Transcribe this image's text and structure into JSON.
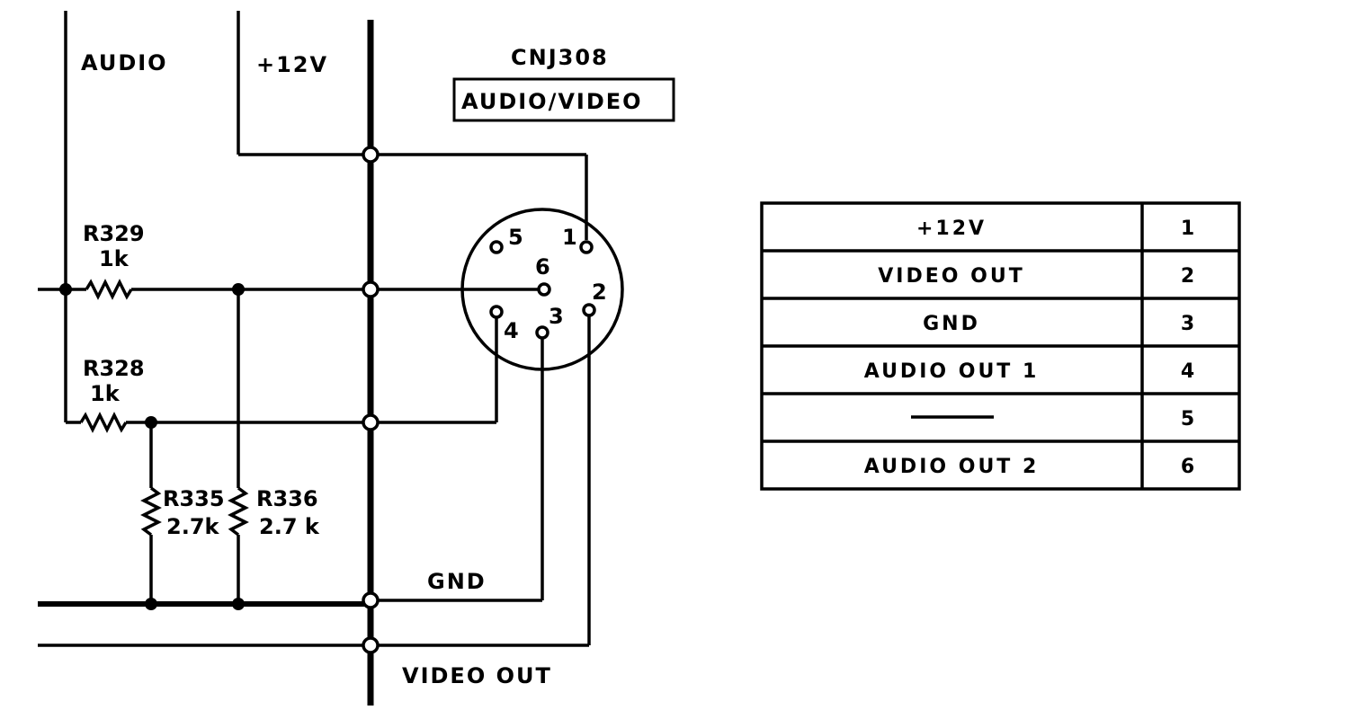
{
  "labels": {
    "audio": "AUDIO",
    "plus12v": "+12V",
    "connector_ref": "CNJ308",
    "connector_name": "AUDIO/VIDEO",
    "r329_ref": "R329",
    "r329_val": "1k",
    "r328_ref": "R328",
    "r328_val": "1k",
    "r335_ref": "R335",
    "r335_val": "2.7k",
    "r336_ref": "R336",
    "r336_val": "2.7 k",
    "gnd": "GND",
    "video_out": "VIDEO OUT"
  },
  "connector_pins": [
    "1",
    "2",
    "3",
    "4",
    "5",
    "6"
  ],
  "pin_table": [
    {
      "signal": "+12V",
      "pin": "1"
    },
    {
      "signal": "VIDEO OUT",
      "pin": "2"
    },
    {
      "signal": "GND",
      "pin": "3"
    },
    {
      "signal": "AUDIO OUT 1",
      "pin": "4"
    },
    {
      "signal": "",
      "pin": "5"
    },
    {
      "signal": "AUDIO OUT 2",
      "pin": "6"
    }
  ]
}
